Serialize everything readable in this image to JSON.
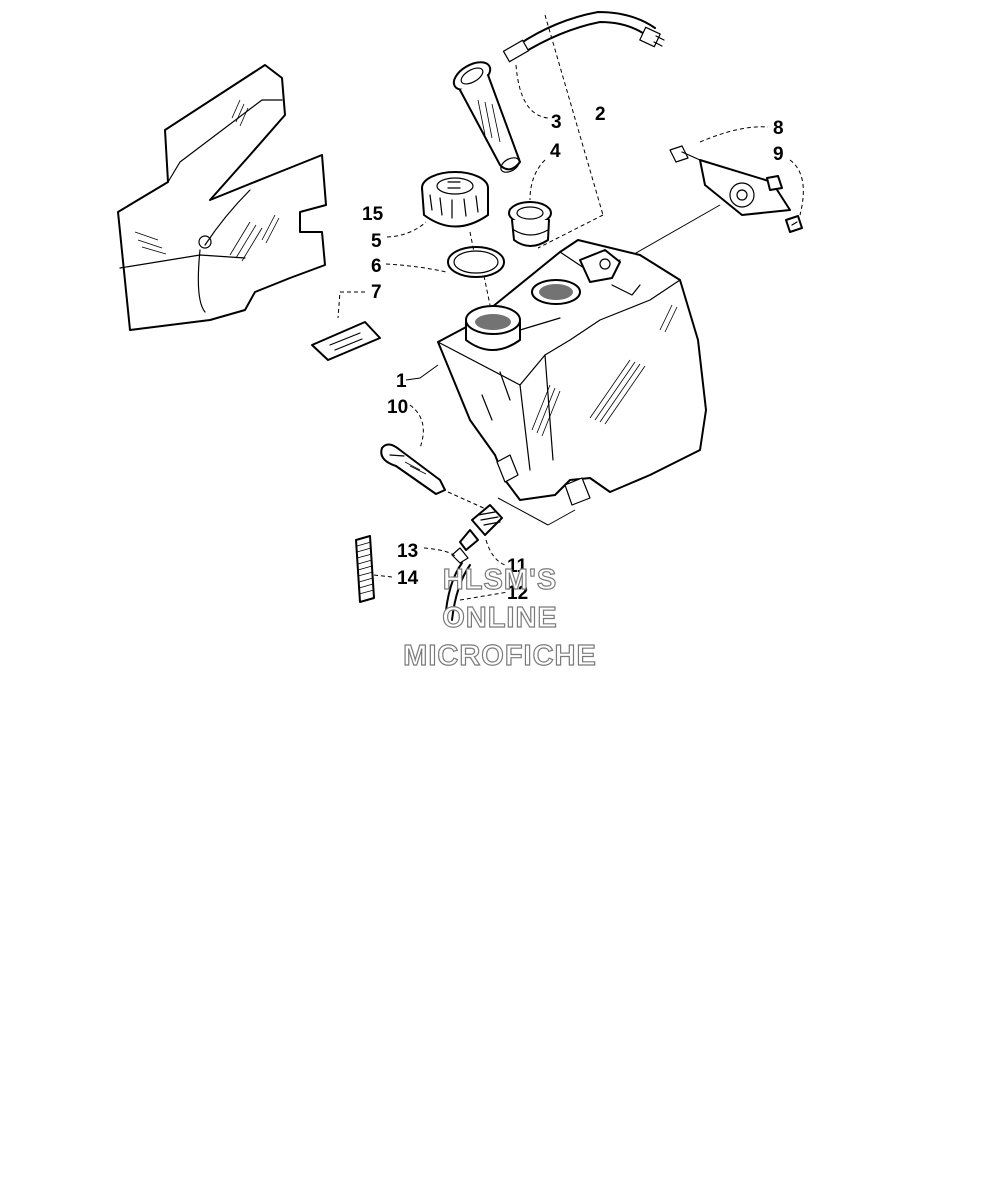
{
  "callouts": [
    "1",
    "2",
    "3",
    "4",
    "5",
    "6",
    "7",
    "8",
    "9",
    "10",
    "11",
    "12",
    "13",
    "14",
    "15"
  ],
  "watermark": {
    "line1": "HLSM'S",
    "line2": "ONLINE",
    "line3": "MICROFICHE"
  },
  "colors": {
    "ink": "#000000",
    "paper": "#ffffff",
    "watermark_outline": "#7a7a7a"
  }
}
